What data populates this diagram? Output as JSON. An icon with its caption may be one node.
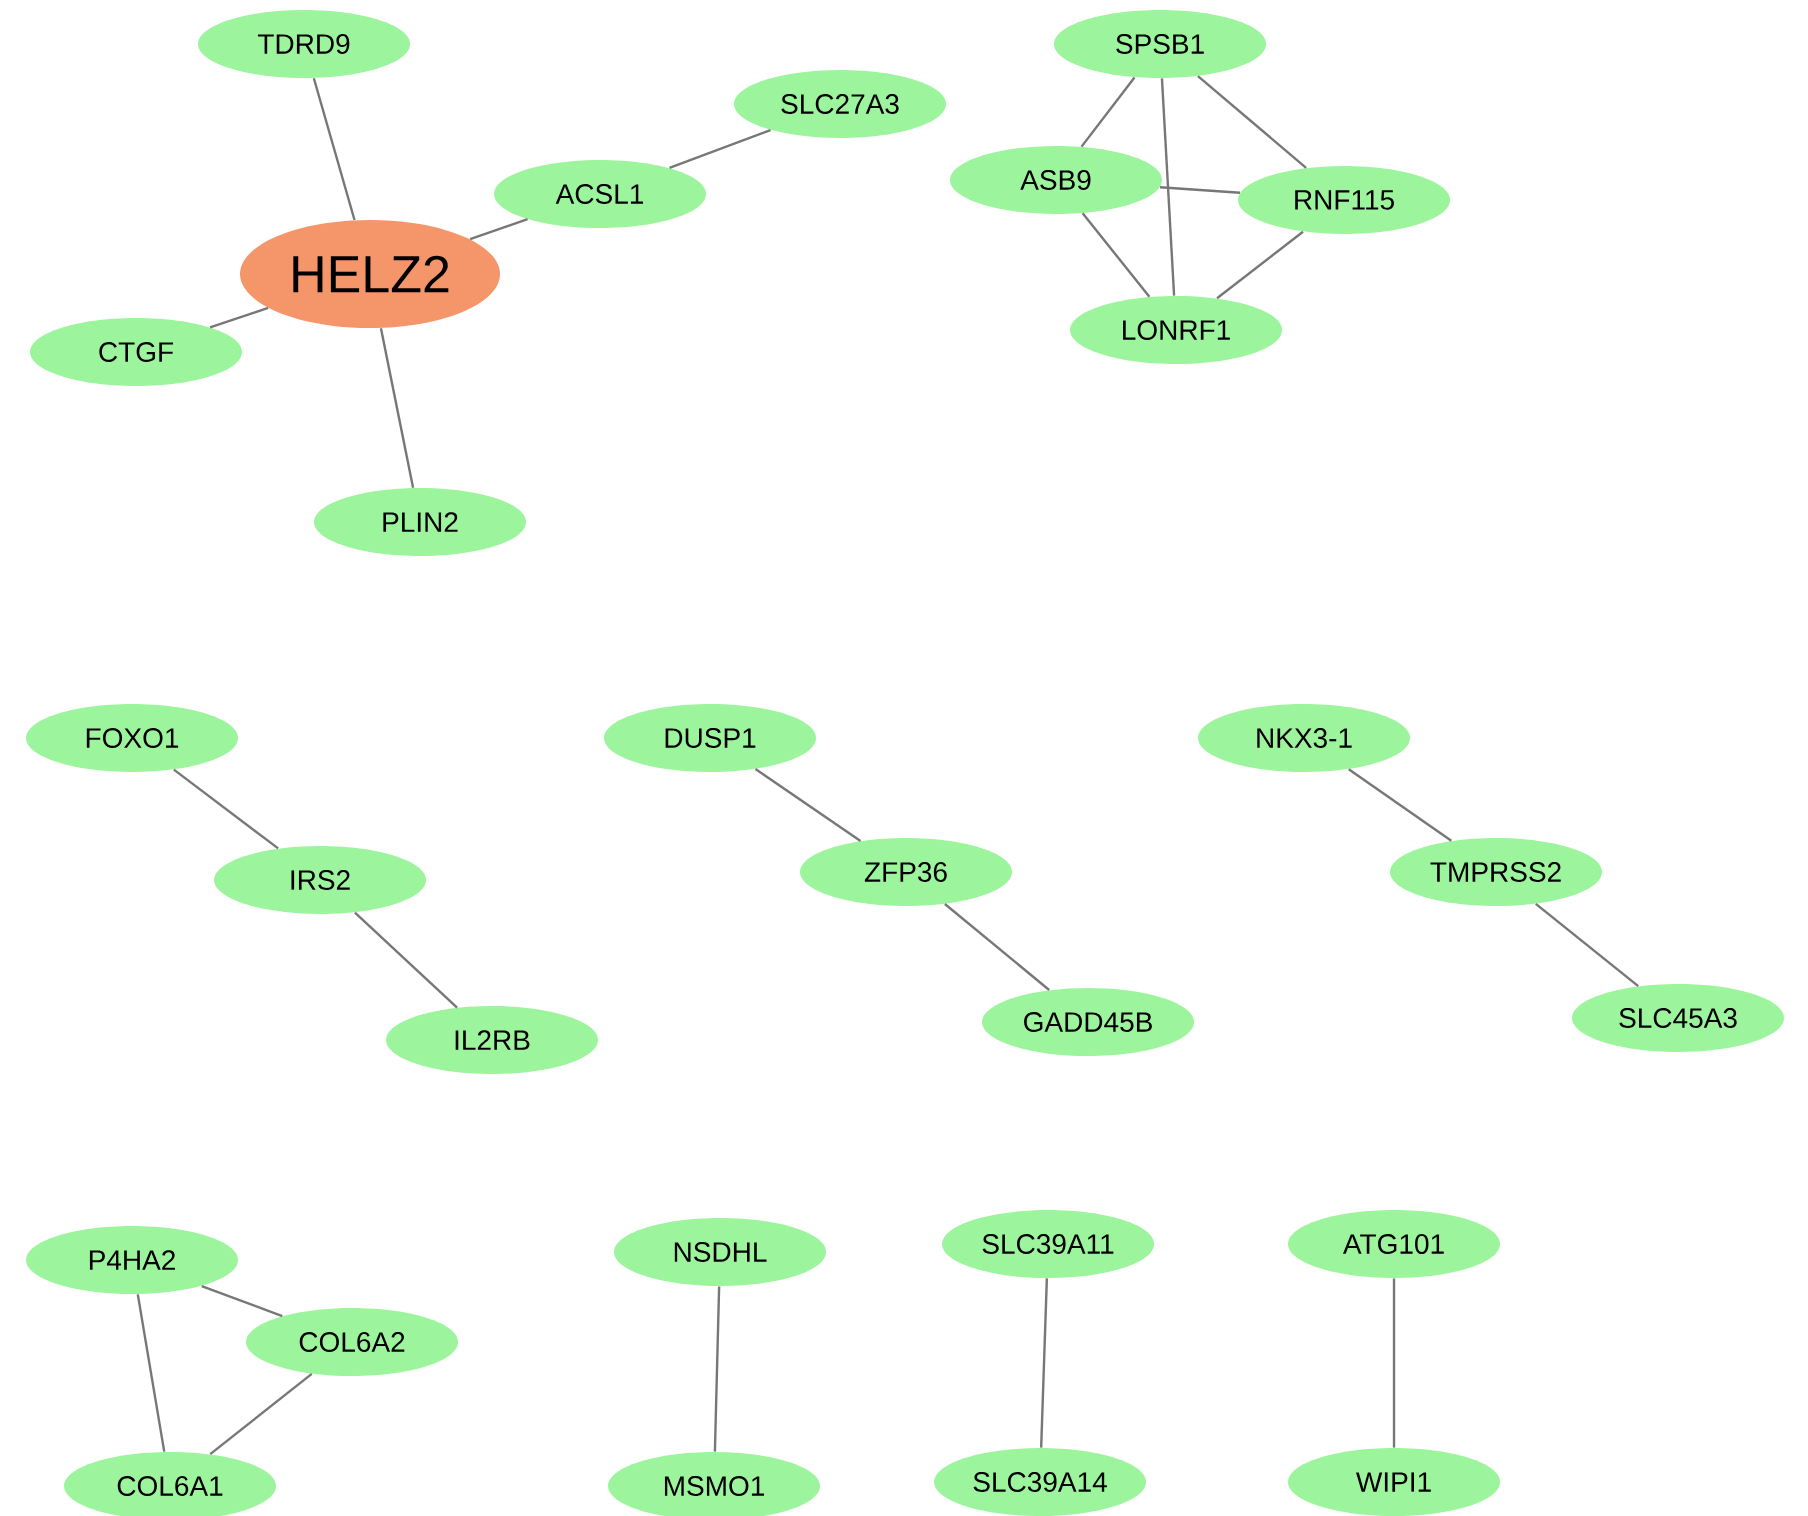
{
  "diagram": {
    "nodes": [
      {
        "text": [
          "TDRD9"
        ]
      },
      {
        "text": [
          "SLC27A3"
        ]
      },
      {
        "text": [
          "ACSL1"
        ]
      },
      {
        "text": [
          "HELZ2"
        ]
      },
      {
        "text": [
          "CTGF"
        ]
      },
      {
        "text": [
          "PLIN2"
        ]
      },
      {
        "text": [
          "SPSB1"
        ]
      },
      {
        "text": [
          "ASB9"
        ]
      },
      {
        "text": [
          "RNF115"
        ]
      },
      {
        "text": [
          "LONRF1"
        ]
      },
      {
        "text": [
          "FOXO1"
        ]
      },
      {
        "text": [
          "DUSP1"
        ]
      },
      {
        "text": [
          "NKX3-1"
        ]
      },
      {
        "text": [
          "IRS2"
        ]
      },
      {
        "text": [
          "ZFP36"
        ]
      },
      {
        "text": [
          "TMPRSS2"
        ]
      },
      {
        "text": [
          "IL2RB"
        ]
      },
      {
        "text": [
          "GADD45B"
        ]
      },
      {
        "text": [
          "SLC45A3"
        ]
      },
      {
        "text": [
          "P4HA2"
        ]
      },
      {
        "text": [
          "COL6A2"
        ]
      },
      {
        "text": [
          "COL6A1"
        ]
      },
      {
        "text": [
          "NSDHL"
        ]
      },
      {
        "text": [
          "SLC39A11"
        ]
      },
      {
        "text": [
          "ATG101"
        ]
      },
      {
        "text": [
          "MSMO1"
        ]
      },
      {
        "text": [
          "SLC39A14"
        ]
      },
      {
        "text": [
          "WIPI1"
        ]
      }
    ],
    "edges": [
      {
        "from": 0,
        "to": 3,
        "arrow": "none"
      },
      {
        "from": 3,
        "to": 2,
        "arrow": "none"
      },
      {
        "from": 2,
        "to": 1,
        "arrow": "none"
      },
      {
        "from": 3,
        "to": 4,
        "arrow": "none"
      },
      {
        "from": 3,
        "to": 5,
        "arrow": "none"
      },
      {
        "from": 6,
        "to": 7,
        "arrow": "none"
      },
      {
        "from": 6,
        "to": 9,
        "arrow": "none"
      },
      {
        "from": 6,
        "to": 8,
        "arrow": "none"
      },
      {
        "from": 7,
        "to": 8,
        "arrow": "none"
      },
      {
        "from": 7,
        "to": 9,
        "arrow": "none"
      },
      {
        "from": 8,
        "to": 9,
        "arrow": "none"
      },
      {
        "from": 10,
        "to": 13,
        "arrow": "none"
      },
      {
        "from": 13,
        "to": 16,
        "arrow": "none"
      },
      {
        "from": 11,
        "to": 14,
        "arrow": "none"
      },
      {
        "from": 14,
        "to": 17,
        "arrow": "none"
      },
      {
        "from": 12,
        "to": 15,
        "arrow": "none"
      },
      {
        "from": 15,
        "to": 18,
        "arrow": "none"
      },
      {
        "from": 19,
        "to": 20,
        "arrow": "none"
      },
      {
        "from": 19,
        "to": 21,
        "arrow": "none"
      },
      {
        "from": 20,
        "to": 21,
        "arrow": "none"
      },
      {
        "from": 22,
        "to": 25,
        "arrow": "none"
      },
      {
        "from": 23,
        "to": 26,
        "arrow": "none"
      },
      {
        "from": 24,
        "to": 27,
        "arrow": "none"
      }
    ]
  }
}
